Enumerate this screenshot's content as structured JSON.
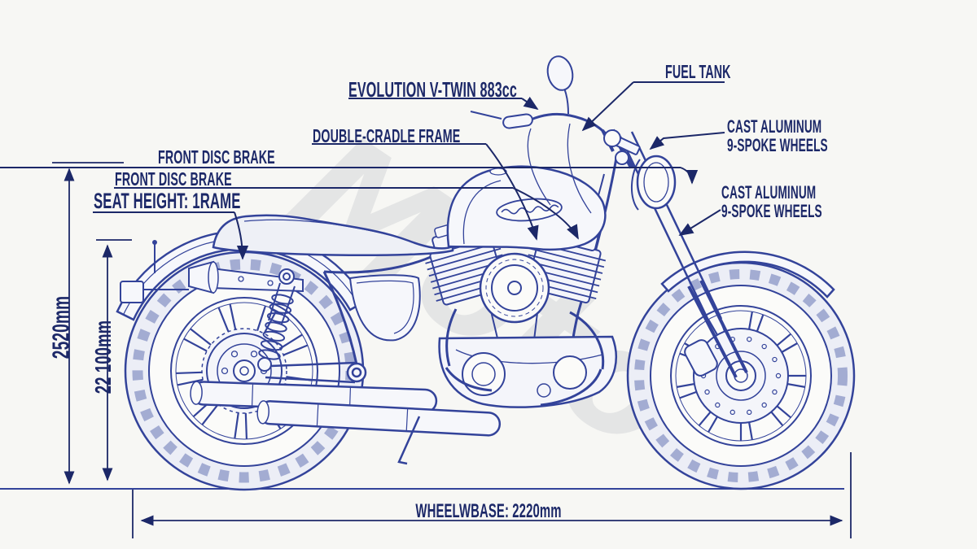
{
  "image_type": "technical blueprint drawing",
  "subject": "cruiser motorcycle side view with dimension callouts",
  "watermark": "Moto",
  "colors": {
    "background": "#f7f7f4",
    "line": "#33439a",
    "line_light": "#6a79b8",
    "label_text": "#1c2868"
  },
  "callouts": {
    "engine": "EVOLUTION V-TWIN 883cc",
    "frame": "DOUBLE-CRADLE FRAME",
    "front_disc_brake_upper": "FRONT DISC BRAKE",
    "front_disc_brake_lower": "FRONT DISC BRAKE",
    "seat_height": "SEAT HEIGHT: 1RAME",
    "fuel_tank": "FUEL TANK",
    "wheels_upper": "CAST ALUMINUM\n9-SPOKE WHEELS",
    "wheels_lower": "CAST ALUMINUM\n9-SPOKE WHEELS"
  },
  "dimensions": {
    "overall_height": "2520mm",
    "secondary_height": "22 100mm",
    "wheelbase": "WHEELWBASE: 2220mm"
  }
}
